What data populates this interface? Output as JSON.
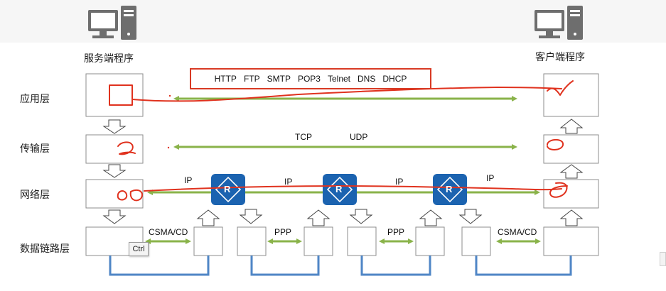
{
  "labels": {
    "server_program": "服务端程序",
    "client_program": "客户端程序",
    "layer_application": "应用层",
    "layer_transport": "传输层",
    "layer_network": "网络层",
    "layer_datalink": "数据链路层"
  },
  "app_protocols": [
    "HTTP",
    "FTP",
    "SMTP",
    "POP3",
    "Telnet",
    "DNS",
    "DHCP"
  ],
  "transport_protocols": [
    "TCP",
    "UDP"
  ],
  "network_labels": [
    "IP",
    "IP",
    "IP",
    "IP"
  ],
  "link_labels": [
    "CSMA/CD",
    "PPP",
    "PPP",
    "CSMA/CD"
  ],
  "router_glyph": "R",
  "tooltip": "Ctrl",
  "colors": {
    "green_arrow": "#8ab34a",
    "blue_link": "#4f86c6",
    "router_fill": "#1b63b0",
    "annotation_red": "#e0321e",
    "box_border": "#8c8c8c",
    "computer_gray": "#6e6e6e"
  },
  "icons": [
    "computer-icon",
    "router-icon",
    "down-arrow-icon",
    "up-arrow-icon"
  ]
}
